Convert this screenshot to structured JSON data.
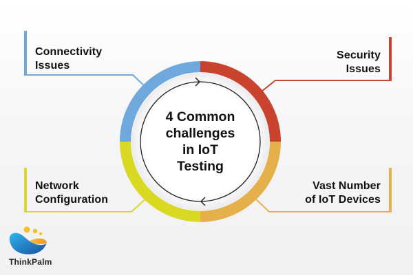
{
  "title": {
    "lines": [
      "4 Common",
      "challenges",
      "in IoT",
      "Testing"
    ]
  },
  "challenges": [
    {
      "id": "connectivity",
      "lines": [
        "Connectivity",
        "Issues"
      ],
      "color": "#6fa8dc",
      "position": "top-left"
    },
    {
      "id": "security",
      "lines": [
        "Security",
        "Issues"
      ],
      "color": "#c9432f",
      "position": "top-right"
    },
    {
      "id": "network",
      "lines": [
        "Network",
        "Configuration"
      ],
      "color": "#d9d924",
      "position": "bottom-left"
    },
    {
      "id": "devices",
      "lines": [
        "Vast Number",
        "of IoT Devices"
      ],
      "color": "#e5b04a",
      "position": "bottom-right"
    }
  ],
  "ring": {
    "segments": [
      {
        "name": "connectivity",
        "color": "#6fa8dc"
      },
      {
        "name": "security",
        "color": "#c9432f"
      },
      {
        "name": "devices",
        "color": "#e5b04a"
      },
      {
        "name": "network",
        "color": "#d9d924"
      }
    ],
    "arrow_icons": [
      "arrow-right-icon",
      "arrow-left-icon"
    ]
  },
  "brand": {
    "name": "ThinkPalm",
    "icon": "thinkpalm-logo-icon"
  }
}
